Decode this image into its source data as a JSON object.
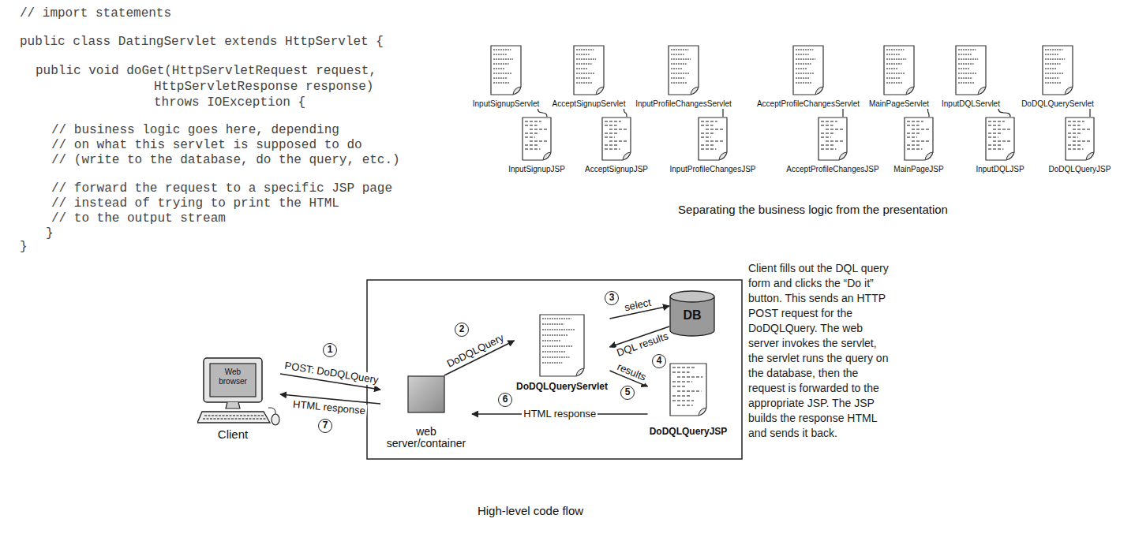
{
  "diagram": {
    "nodes": [
      {
        "text": [
          "InputSignupServlet"
        ]
      },
      {
        "text": [
          "AcceptSignupServlet"
        ]
      },
      {
        "text": [
          "InputProfileChangesServlet"
        ]
      },
      {
        "text": [
          "AcceptProfileChangesServlet"
        ]
      },
      {
        "text": [
          "MainPageServlet"
        ]
      },
      {
        "text": [
          "InputDQLServlet"
        ]
      },
      {
        "text": [
          "DoDQLQueryServlet"
        ]
      },
      {
        "text": [
          "InputSignupJSP"
        ]
      },
      {
        "text": [
          "AcceptSignupJSP"
        ]
      },
      {
        "text": [
          "InputProfileChangesJSP"
        ]
      },
      {
        "text": [
          "AcceptProfileChangesJSP"
        ]
      },
      {
        "text": [
          "MainPageJSP"
        ]
      },
      {
        "text": [
          "InputDQLJSP"
        ]
      },
      {
        "text": [
          "DoDQLQueryJSP"
        ]
      },
      {
        "text": [
          "Web browser",
          "Client"
        ]
      },
      {
        "text": [
          "web server/container"
        ]
      },
      {
        "text": [
          "DoDQLQueryServlet"
        ]
      },
      {
        "text": [
          "DB"
        ]
      },
      {
        "text": [
          "DoDQLQueryJSP"
        ]
      }
    ],
    "edges": [
      {
        "from": 0,
        "to": 7,
        "arrow": "none"
      },
      {
        "from": 1,
        "to": 8,
        "arrow": "none"
      },
      {
        "from": 2,
        "to": 9,
        "arrow": "none"
      },
      {
        "from": 3,
        "to": 10,
        "arrow": "none"
      },
      {
        "from": 4,
        "to": 11,
        "arrow": "none"
      },
      {
        "from": 5,
        "to": 12,
        "arrow": "none"
      },
      {
        "from": 6,
        "to": 13,
        "arrow": "none"
      },
      {
        "from": 14,
        "to": 15,
        "label": "POST: DoDQLQuery",
        "arrow": "to"
      },
      {
        "from": 15,
        "to": 16,
        "label": "DoDQLQuery",
        "arrow": "to"
      },
      {
        "from": 16,
        "to": 17,
        "label": "select",
        "arrow": "to"
      },
      {
        "from": 17,
        "to": 16,
        "label": "DQL results",
        "arrow": "to"
      },
      {
        "from": 16,
        "to": 18,
        "label": "results",
        "arrow": "to"
      },
      {
        "from": 18,
        "to": 15,
        "label": "HTML response",
        "arrow": "to"
      },
      {
        "from": 15,
        "to": 14,
        "label": "HTML response",
        "arrow": "to"
      }
    ],
    "labels": [
      "// import statements",
      "public class DatingServlet extends HttpServlet {",
      "public void doGet(HttpServletRequest request,",
      "HttpServletResponse response)",
      "throws IOException {",
      "// business logic goes here, depending",
      "// on what this servlet is supposed to do",
      "// (write to the database, do the query, etc.)",
      "// forward the request to a specific JSP page",
      "// instead of trying to print the HTML",
      "// to the output stream",
      "}",
      "}",
      "Separating the business logic from the presentation",
      "1",
      "2",
      "3",
      "4",
      "5",
      "6",
      "7",
      "Client fills out the DQL query form and clicks the “Do it” button. This sends an HTTP POST request for the DoDQLQuery. The web server invokes the servlet, the servlet runs the query on the database, then the request is forwarded to the appropriate JSP. The JSP builds the response HTML and sends it back.",
      "High-level code flow"
    ]
  }
}
